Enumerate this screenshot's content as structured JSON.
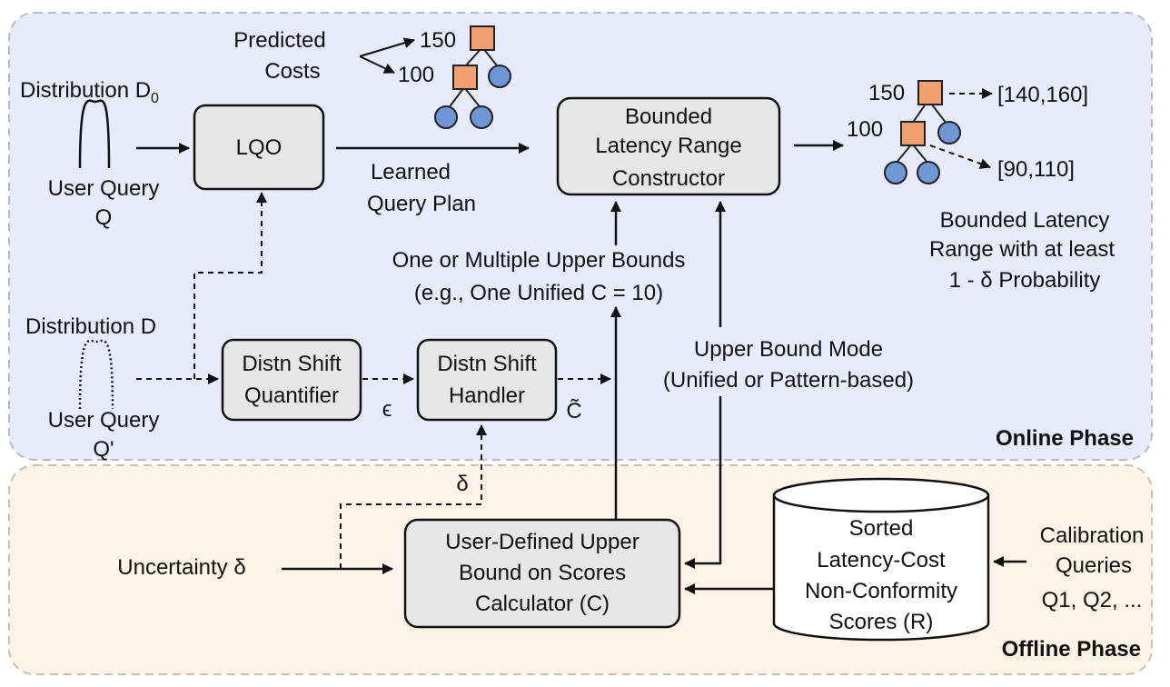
{
  "phases": {
    "online": "Online Phase",
    "offline": "Offline Phase"
  },
  "inputs": {
    "dist_d0": "Distribution D",
    "dist_d0_sub": "0",
    "user_query_q_line1": "User Query",
    "user_query_q_line2": "Q",
    "dist_d": "Distribution D",
    "user_query_q2_line1": "User Query",
    "user_query_q2_line2": "Q'",
    "uncertainty": "Uncertainty δ",
    "calibration_line1": "Calibration",
    "calibration_line2": "Queries",
    "calibration_line3": "Q1, Q2, ..."
  },
  "boxes": {
    "lqo": "LQO",
    "constructor_line1": "Bounded",
    "constructor_line2": "Latency Range",
    "constructor_line3": "Constructor",
    "quantifier_line1": "Distn Shift",
    "quantifier_line2": "Quantifier",
    "handler_line1": "Distn Shift",
    "handler_line2": "Handler",
    "calculator_line1": "User-Defined Upper",
    "calculator_line2": "Bound on Scores",
    "calculator_line3": "Calculator (C)",
    "scores_line1": "Sorted",
    "scores_line2": "Latency-Cost",
    "scores_line3": "Non-Conformity",
    "scores_line4": "Scores (R)"
  },
  "labels": {
    "predicted_line1": "Predicted",
    "predicted_line2": "Costs",
    "cost_150": "150",
    "cost_100": "100",
    "learned_line1": "Learned",
    "learned_line2": "Query Plan",
    "upper_bounds_line1": "One or Multiple Upper Bounds",
    "upper_bounds_line2": "(e.g., One Unified C = 10)",
    "mode_line1": "Upper Bound Mode",
    "mode_line2": "(Unified or Pattern-based)",
    "epsilon": "ϵ",
    "c_tilde": "C̃",
    "delta": "δ",
    "out_150": "150",
    "out_100": "100",
    "range_upper": "[140,160]",
    "range_lower": "[90,110]",
    "result_line1": "Bounded Latency",
    "result_line2": "Range with at least",
    "result_line3": "1 - δ Probability"
  },
  "colors": {
    "online_bg": "#e8ebfb",
    "offline_bg": "#fdf3e6",
    "box_fill": "#e6e6e6",
    "square_fill": "#f0a070",
    "circle_fill": "#6f97d6"
  }
}
